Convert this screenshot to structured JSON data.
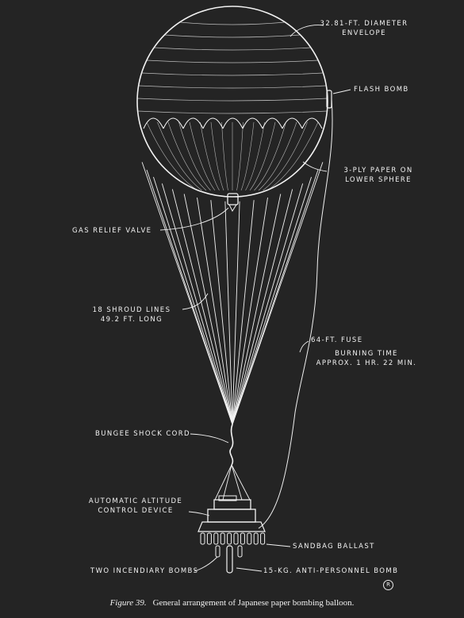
{
  "labels": {
    "envelope": "32.81-FT. DIAMETER\nENVELOPE",
    "flash_bomb": "FLASH BOMB",
    "paper": "3-PLY PAPER ON\nLOWER SPHERE",
    "gas_valve": "GAS RELIEF VALVE",
    "shroud": "18 SHROUD LINES\n49.2 FT. LONG",
    "fuse": "64-FT. FUSE",
    "burning": "BURNING TIME\nAPPROX. 1 HR. 22 MIN.",
    "bungee": "BUNGEE SHOCK CORD",
    "altitude": "AUTOMATIC ALTITUDE\nCONTROL DEVICE",
    "sandbag": "SANDBAG BALLAST",
    "incendiary": "TWO INCENDIARY BOMBS",
    "antipersonnel": "15-KG. ANTI-PERSONNEL BOMB"
  },
  "caption": {
    "figure": "Figure 39.",
    "text": "General arrangement of Japanese paper bombing balloon."
  },
  "corner_mark": "R",
  "colors": {
    "background": "#242424",
    "line": "#f2f2f2"
  }
}
